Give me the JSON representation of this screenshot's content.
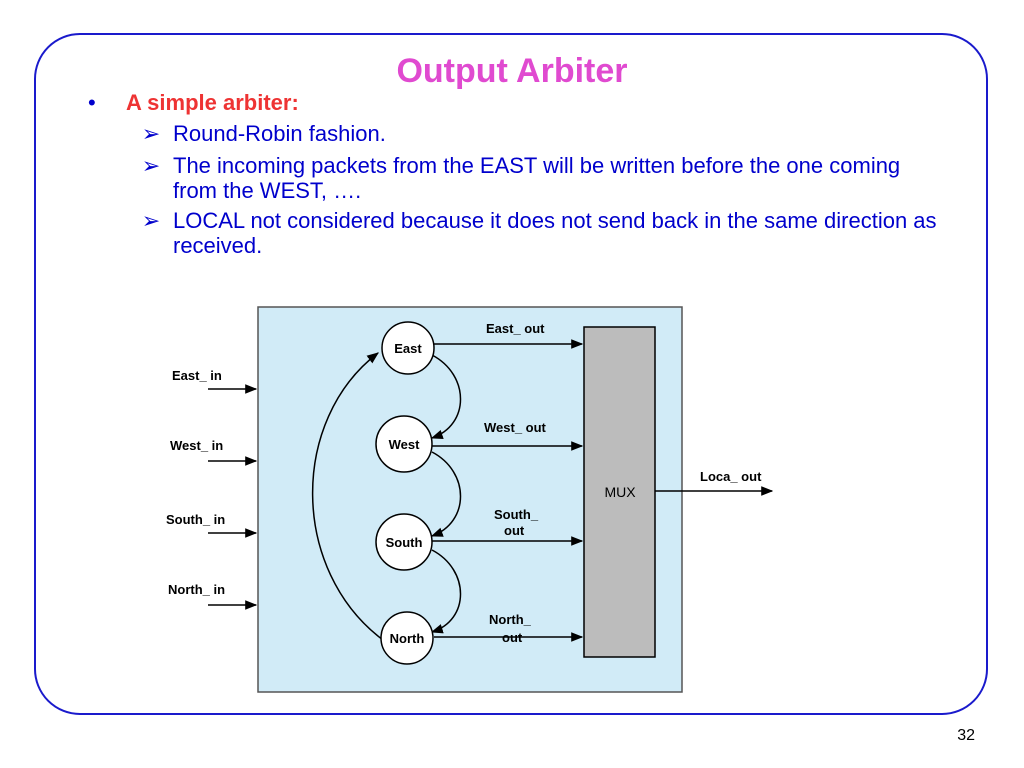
{
  "slide": {
    "title": "Output Arbiter",
    "bullet": "A simple arbiter:",
    "subbullets": [
      "Round-Robin fashion.",
      "The incoming packets from the EAST will be written before the one coming from the WEST, ….",
      "LOCAL not considered because it does not send back in the same direction as received."
    ],
    "page_number": "32"
  },
  "diagram": {
    "inputs": [
      "East_ in",
      "West_ in",
      "South_ in",
      "North_ in"
    ],
    "nodes": [
      "East",
      "West",
      "South",
      "North"
    ],
    "outputs": {
      "east": "East_ out",
      "west": "West_ out",
      "south_1": "South_",
      "south_2": "out",
      "north_1": "North_",
      "north_2": "out"
    },
    "mux": "MUX",
    "local_out": "Loca_ out"
  },
  "colors": {
    "frame": "#1a1acc",
    "title": "#e04ad0",
    "bullet_head": "#ee3333",
    "body_text": "#0000cc",
    "diagram_bg": "#d1ebf7",
    "mux_fill": "#bcbcbc"
  }
}
